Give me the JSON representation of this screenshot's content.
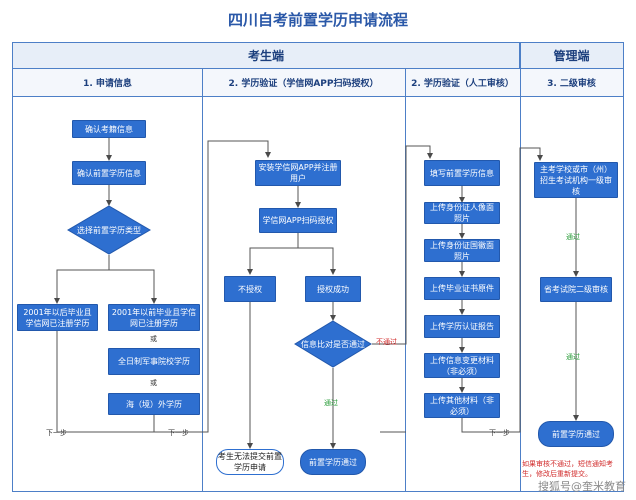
{
  "title": "四川自考前置学历申请流程",
  "swimlanes": {
    "candidate": "考生端",
    "admin": "管理端"
  },
  "columns": {
    "c1": "1. 申请信息",
    "c2": "2. 学历验证（学信网APP扫码授权）",
    "c3": "2. 学历验证（人工审核）",
    "c4": "3. 二级审核"
  },
  "nodes": {
    "confirm_exam": "确认考籍信息",
    "confirm_edu": "确认前置学历信息",
    "choose_type": "选择前置学历类型",
    "after2001": "2001年以后毕业且学信网已注册学历",
    "before2001": "2001年以前毕业且学信网已注册学历",
    "or1": "或",
    "military": "全日制军事院校学历",
    "or2": "或",
    "overseas": "海（境）外学历",
    "install_app": "安装学信网APP并注册用户",
    "scan_auth": "学信网APP扫码授权",
    "no_auth": "不授权",
    "auth_ok": "授权成功",
    "info_match": "信息比对是否通过",
    "cannot_submit": "考生无法提交前置学历申请",
    "submit_pass": "前置学历通过",
    "fill_info": "填写前置学历信息",
    "upload_id_front": "上传身份证人像面照片",
    "upload_id_back": "上传身份证国徽面照片",
    "upload_diploma": "上传毕业证书原件",
    "upload_cert": "上传学历认证报告",
    "upload_change": "上传信息变更材料（非必须）",
    "upload_other": "上传其他材料（非必须）",
    "city_review": "主考学校或市（州）招生考试机构一级审核",
    "province_review": "省考试院二级审核",
    "final_pass": "前置学历通过"
  },
  "labels": {
    "next1": "下一步",
    "next2": "下一步",
    "next3": "下一步",
    "not_pass": "不通过",
    "pass1": "通过",
    "pass2": "通过",
    "pass3": "通过"
  },
  "note": "如果审核不通过，短信通知考生，修改后重新提交。",
  "watermark": "搜狐号@奎米教育",
  "colors": {
    "node_fill": "#2e6fd0",
    "frame": "#4d7fc7",
    "title": "#2a58a8",
    "pass": "#2a9d3a",
    "fail": "#d12b2b"
  }
}
